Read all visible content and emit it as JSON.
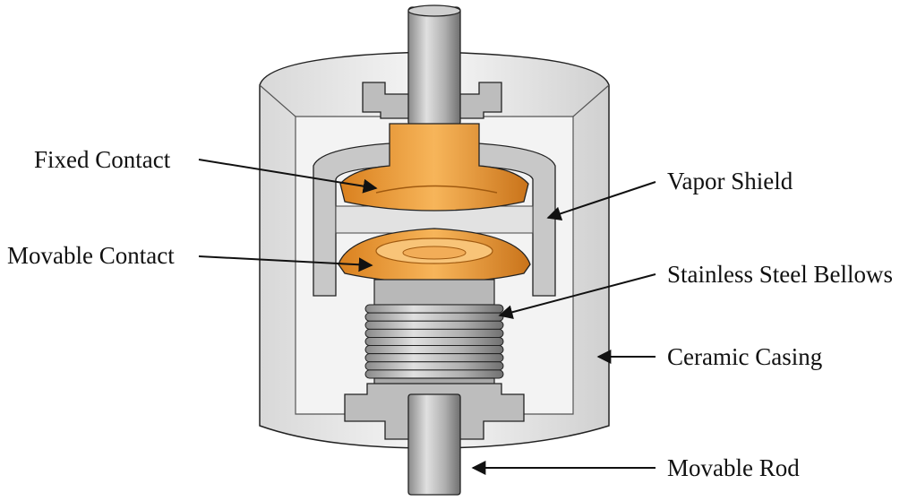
{
  "labels": {
    "fixed_contact": "Fixed Contact",
    "movable_contact": "Movable Contact",
    "vapor_shield": "Vapor Shield",
    "stainless_steel_bellows": "Stainless Steel Bellows",
    "ceramic_casing": "Ceramic Casing",
    "movable_rod": "Movable Rod"
  },
  "colors": {
    "contact": "#e8902a",
    "contact_light": "#f5b860",
    "metal": "#a8a8a8",
    "metal_dark": "#7a7a7a",
    "ceramic": "#ececec",
    "outline": "#222222"
  }
}
